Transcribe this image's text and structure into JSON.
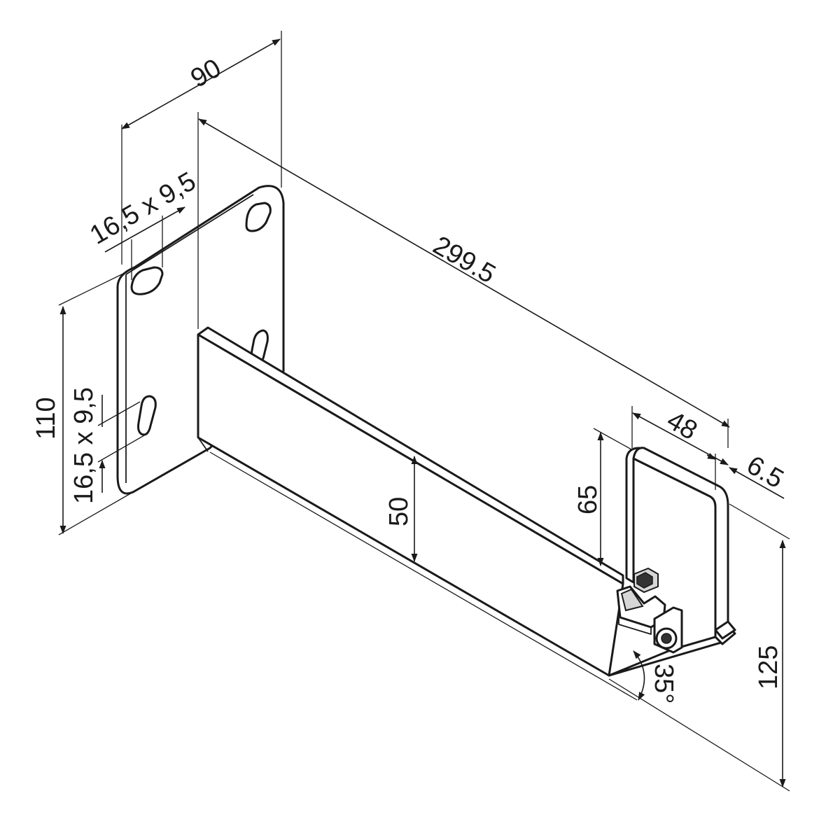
{
  "dimensions": {
    "plate_width": "90",
    "slot_top": "16,5 x 9,5",
    "slot_side": "16,5 x 9,5",
    "plate_height": "110",
    "arm_length": "299.5",
    "arm_height": "50",
    "end_width": "48",
    "end_offset": "6.5",
    "end_height": "65",
    "total_height": "125",
    "angle": "35°"
  }
}
